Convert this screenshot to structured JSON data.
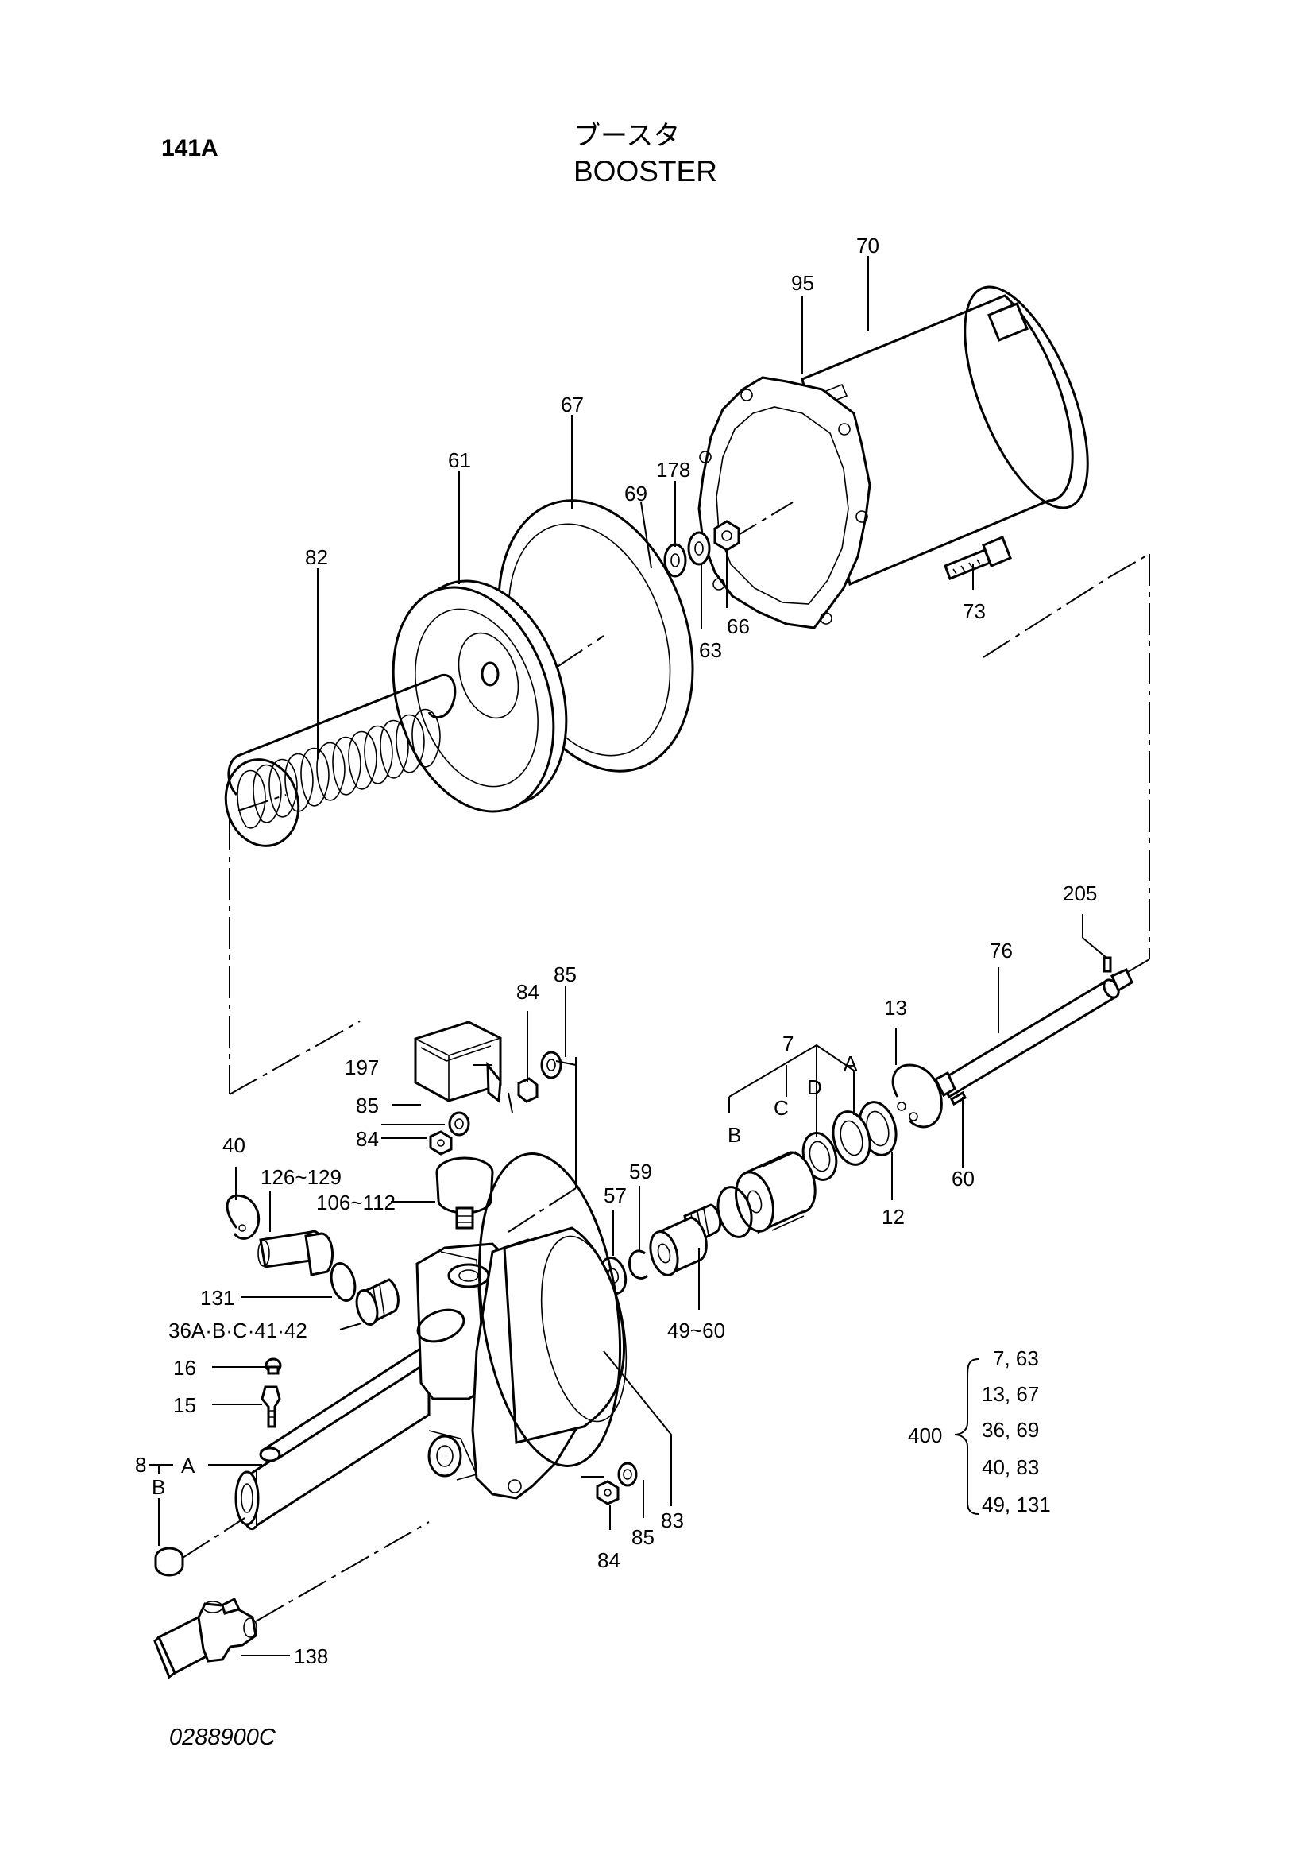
{
  "header": {
    "page_id": "141A",
    "title_jp": "ブースタ",
    "title_en": "BOOSTER"
  },
  "footer": {
    "drawing_number": "0288900C"
  },
  "callouts": {
    "c70": "70",
    "c95": "95",
    "c67": "67",
    "c61": "61",
    "c178": "178",
    "c69": "69",
    "c82": "82",
    "c63": "63",
    "c66": "66",
    "c73": "73",
    "c205": "205",
    "c76": "76",
    "c85a": "85",
    "c84a": "84",
    "c197": "197",
    "c85b": "85",
    "c84b": "84",
    "c7": "7",
    "c13": "13",
    "cA1": "A",
    "cD": "D",
    "cC": "C",
    "cB1": "B",
    "c60": "60",
    "c12": "12",
    "c40": "40",
    "c126_129": "126~129",
    "c106_112": "106~112",
    "c57": "57",
    "c59": "59",
    "c131": "131",
    "c36": "36A·B·C·41·42",
    "c49_60": "49~60",
    "c16": "16",
    "c15": "15",
    "c8": "8",
    "cA2": "A",
    "cB2": "B",
    "c83": "83",
    "c85c": "85",
    "c84c": "84",
    "c138": "138"
  },
  "kit_table": {
    "kit_number": "400",
    "rows": [
      "7, 63",
      "13, 67",
      "36, 69",
      "40, 83",
      "49, 131"
    ]
  }
}
